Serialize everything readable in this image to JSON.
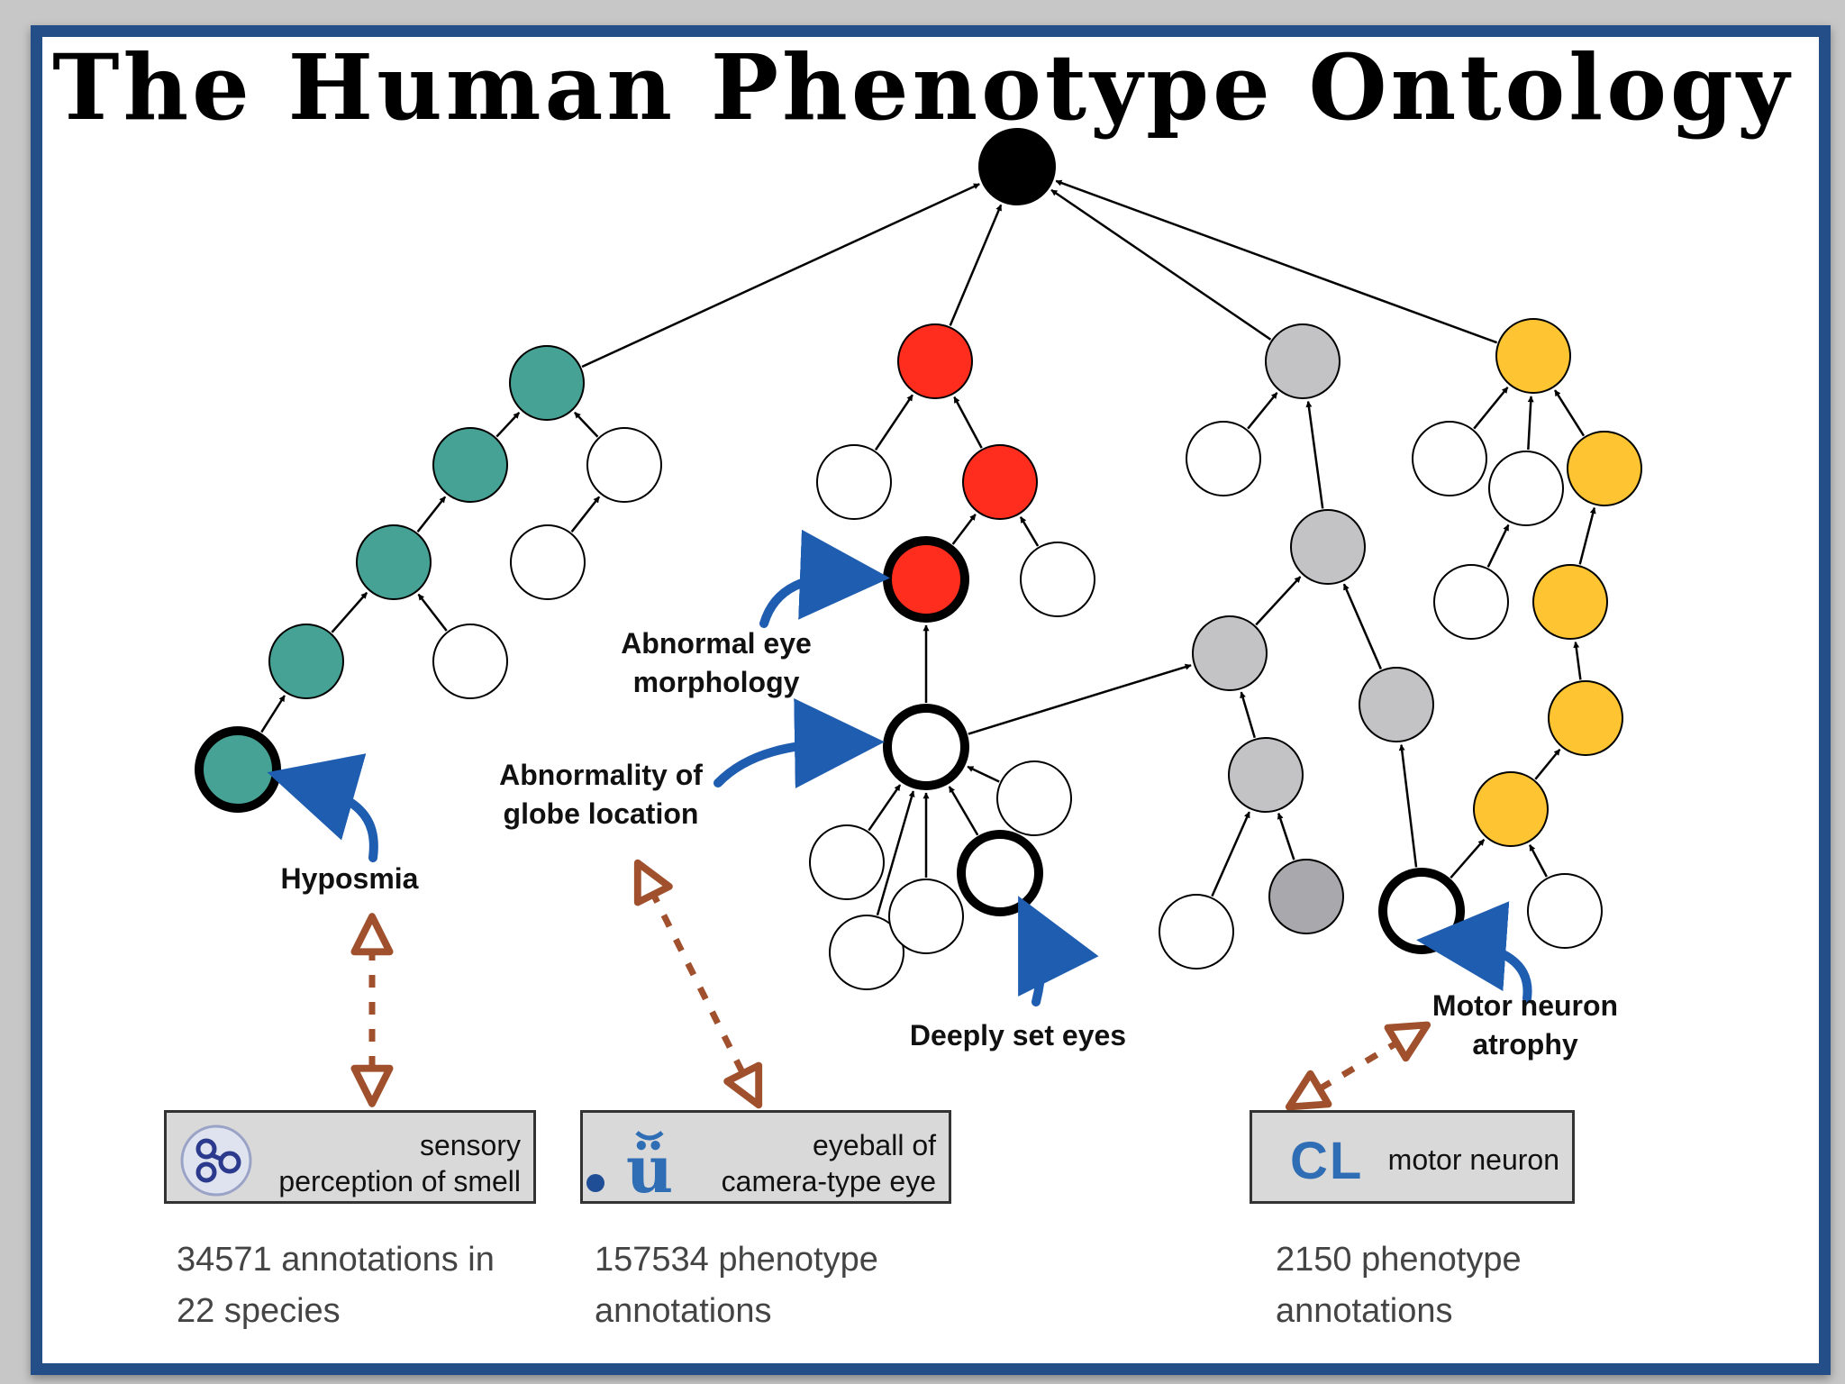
{
  "title": "The Human Phenotype Ontology",
  "labels": {
    "hyposmia": "Hyposmia",
    "abnormal_eye_l1": "Abnormal eye",
    "abnormal_eye_l2": "morphology",
    "globe_l1": "Abnormality of",
    "globe_l2": "globe location",
    "deeply_set_eyes": "Deeply set eyes",
    "motor_l1": "Motor neuron",
    "motor_l2": "atrophy"
  },
  "boxes": [
    {
      "icon": "go-ontology-logo",
      "line1": "sensory",
      "line2": "perception of smell"
    },
    {
      "icon": "uberon-logo",
      "line1": "eyeball of",
      "line2": "camera-type eye"
    },
    {
      "icon": "cl-logo",
      "logo_text": "CL",
      "line1": "motor neuron"
    }
  ],
  "stats": [
    {
      "line1": "34571 annotations in",
      "line2": "22 species"
    },
    {
      "line1": "157534 phenotype",
      "line2": "annotations"
    },
    {
      "line1": "2150 phenotype",
      "line2": "annotations"
    }
  ],
  "colors": {
    "frame": "#234e87",
    "root": "#000000",
    "teal": "#45a295",
    "red": "#fe2d1d",
    "gray": "#c3c3c6",
    "dark_gray": "#a9a9ad",
    "yellow": "#fec432",
    "pointer_arrow": "#1f5db1",
    "mapping_arrow": "#a0502c"
  }
}
